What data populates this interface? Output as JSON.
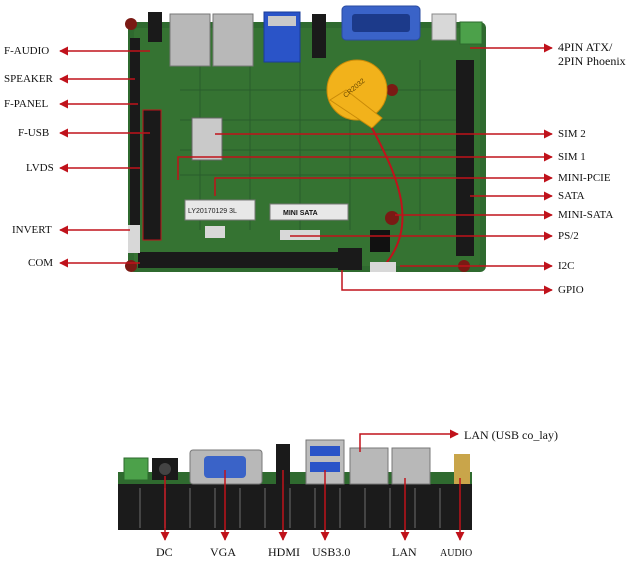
{
  "left_labels": [
    {
      "id": "f-audio",
      "text": "F-AUDIO"
    },
    {
      "id": "speaker",
      "text": "SPEAKER"
    },
    {
      "id": "f-panel",
      "text": "F-PANEL"
    },
    {
      "id": "f-usb",
      "text": "F-USB"
    },
    {
      "id": "lvds",
      "text": "LVDS"
    },
    {
      "id": "invert",
      "text": "INVERT"
    },
    {
      "id": "com",
      "text": "COM"
    }
  ],
  "right_labels": [
    {
      "id": "atx",
      "line1": "4PIN ATX/",
      "line2": "2PIN Phoenix"
    },
    {
      "id": "sim2",
      "text": "SIM 2"
    },
    {
      "id": "sim1",
      "text": "SIM 1"
    },
    {
      "id": "mini-pcie",
      "text": "MINI-PCIE"
    },
    {
      "id": "sata",
      "text": "SATA"
    },
    {
      "id": "mini-sata",
      "text": "MINI-SATA"
    },
    {
      "id": "ps2",
      "text": "PS/2"
    },
    {
      "id": "i2c",
      "text": "I2C"
    },
    {
      "id": "gpio",
      "text": "GPIO"
    }
  ],
  "bottom_labels": [
    {
      "id": "dc",
      "text": "DC"
    },
    {
      "id": "vga",
      "text": "VGA"
    },
    {
      "id": "hdmi",
      "text": "HDMI"
    },
    {
      "id": "usb3",
      "text": "USB3.0"
    },
    {
      "id": "lan",
      "text": "LAN"
    },
    {
      "id": "audio",
      "text": "AUDIO"
    }
  ],
  "lan_usb_label": "LAN (USB co_lay)",
  "board_text": {
    "sata_slot": "MINI SATA",
    "sticker": "LY20170129 3L",
    "battery": "CR2032"
  },
  "colors": {
    "arrow": "#c0121b",
    "pcb": "#2f6a2f",
    "pcb_dark": "#1f4f22",
    "battery": "#f2b21b",
    "vga_blue": "#3a63c8",
    "usb_blue": "#2a54c8",
    "terminal_green": "#4ca14a"
  }
}
